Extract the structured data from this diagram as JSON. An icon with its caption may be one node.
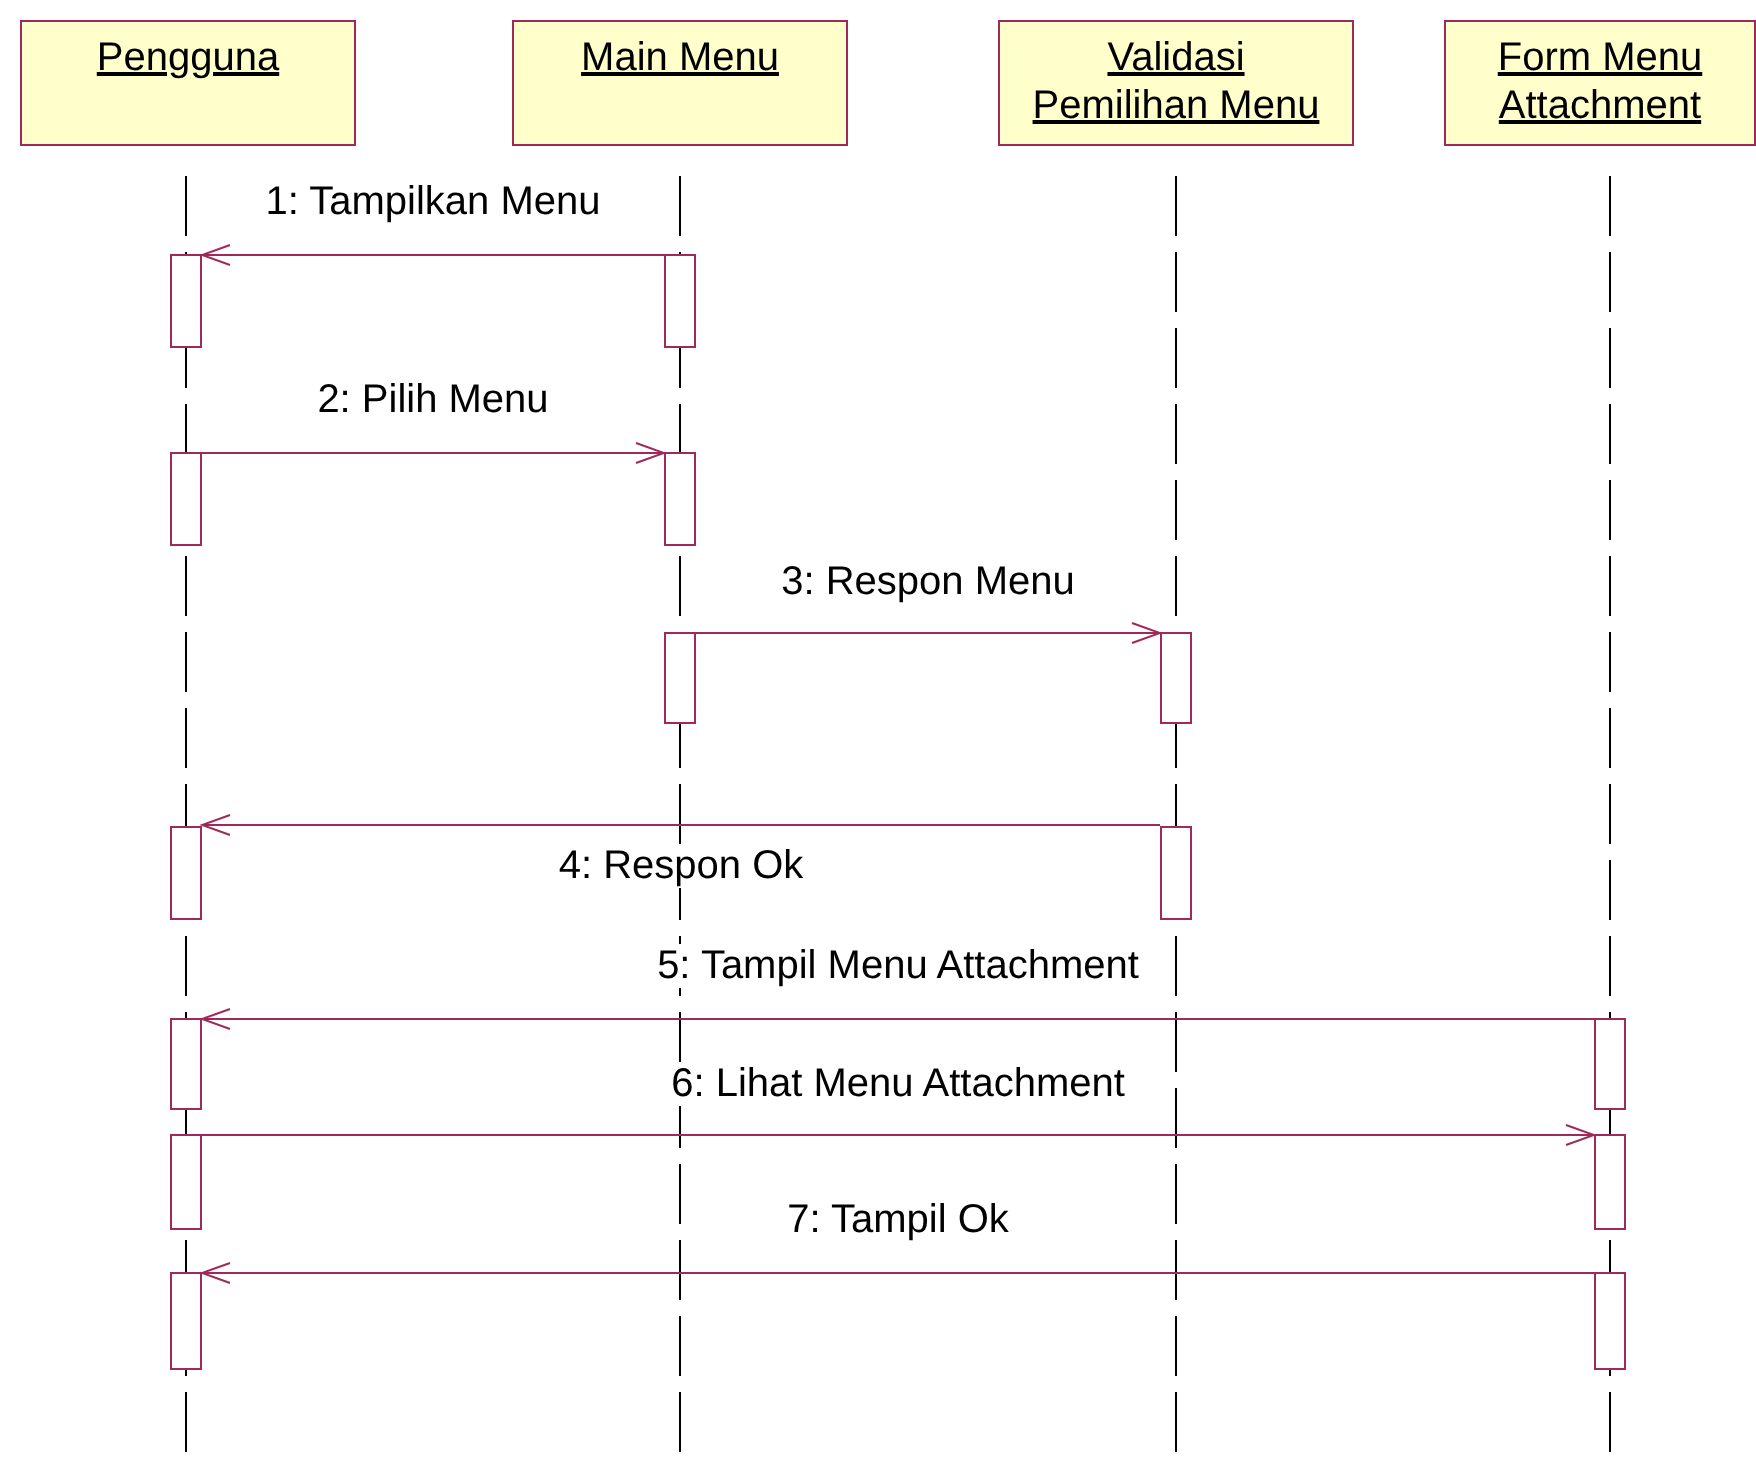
{
  "diagram": {
    "nodes": [
      {
        "text": [
          "Pengguna"
        ]
      },
      {
        "text": [
          "Main Menu"
        ]
      },
      {
        "text": [
          "Validasi Pemilihan Menu"
        ]
      },
      {
        "text": [
          "Form Menu Attachment"
        ]
      },
      {
        "text": [],
        "shape": "bar"
      },
      {
        "text": [],
        "shape": "bar"
      },
      {
        "text": [],
        "shape": "bar"
      },
      {
        "text": [],
        "shape": "bar"
      },
      {
        "text": [],
        "shape": "bar"
      },
      {
        "text": [],
        "shape": "bar"
      },
      {
        "text": [],
        "shape": "bar"
      },
      {
        "text": [],
        "shape": "bar"
      },
      {
        "text": [],
        "shape": "bar"
      },
      {
        "text": [],
        "shape": "bar"
      },
      {
        "text": [],
        "shape": "bar"
      },
      {
        "text": [],
        "shape": "bar"
      },
      {
        "text": [],
        "shape": "bar"
      },
      {
        "text": [],
        "shape": "bar"
      }
    ],
    "edges": [
      {
        "from": 5,
        "to": 4,
        "arrow": "to",
        "label": "1: Tampilkan Menu"
      },
      {
        "from": 6,
        "to": 7,
        "arrow": "to",
        "label": "2: Pilih Menu"
      },
      {
        "from": 8,
        "to": 9,
        "arrow": "to",
        "label": "3: Respon Menu"
      },
      {
        "from": 11,
        "to": 10,
        "arrow": "to",
        "label": "4: Respon Ok"
      },
      {
        "from": 13,
        "to": 12,
        "arrow": "to",
        "label": "5: Tampil Menu Attachment"
      },
      {
        "from": 14,
        "to": 15,
        "arrow": "to",
        "label": "6: Lihat Menu Attachment"
      },
      {
        "from": 17,
        "to": 16,
        "arrow": "to",
        "label": "7: Tampil Ok"
      }
    ]
  }
}
